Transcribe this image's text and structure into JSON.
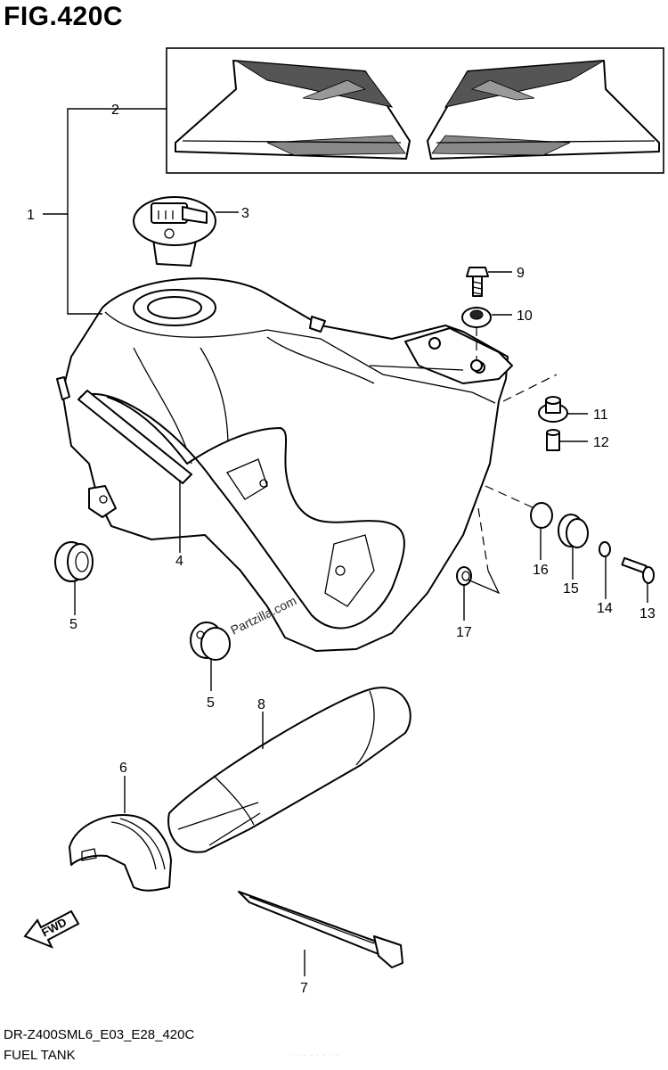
{
  "figure": {
    "title": "FIG.420C",
    "footer_code": "DR-Z400SML6_E03_E28_420C",
    "footer_name": "FUEL TANK",
    "footer_faint": "·  ·  ·  ·  ·  ·  ·  ·"
  },
  "watermark": "Partzilla.com",
  "fwd_label": "FWD",
  "callouts": [
    {
      "id": "c1",
      "label": "1"
    },
    {
      "id": "c2",
      "label": "2"
    },
    {
      "id": "c3",
      "label": "3"
    },
    {
      "id": "c4",
      "label": "4"
    },
    {
      "id": "c5a",
      "label": "5"
    },
    {
      "id": "c5b",
      "label": "5"
    },
    {
      "id": "c6",
      "label": "6"
    },
    {
      "id": "c7",
      "label": "7"
    },
    {
      "id": "c8",
      "label": "8"
    },
    {
      "id": "c9",
      "label": "9"
    },
    {
      "id": "c10",
      "label": "10"
    },
    {
      "id": "c11",
      "label": "11"
    },
    {
      "id": "c12",
      "label": "12"
    },
    {
      "id": "c13",
      "label": "13"
    },
    {
      "id": "c14",
      "label": "14"
    },
    {
      "id": "c15",
      "label": "15"
    },
    {
      "id": "c16",
      "label": "16"
    },
    {
      "id": "c17",
      "label": "17"
    }
  ]
}
